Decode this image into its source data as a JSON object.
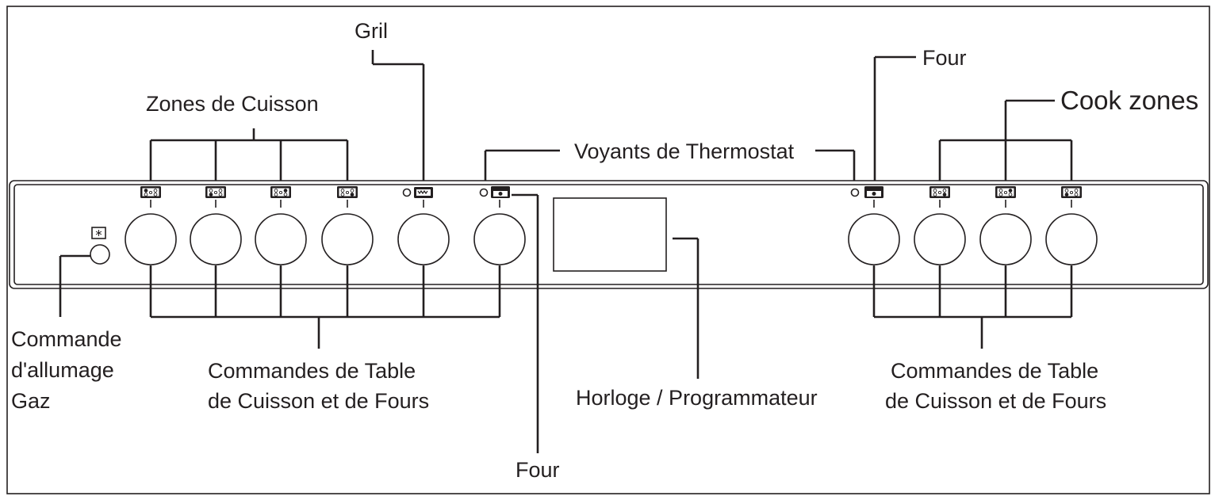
{
  "labels": {
    "zones_de_cuisson": "Zones de Cuisson",
    "gril": "Gril",
    "voyants_de_thermostat": "Voyants de Thermostat",
    "four_top": "Four",
    "cook_zones": "Cook zones",
    "commande_allumage": [
      "Commande",
      "d'allumage",
      "Gaz"
    ],
    "commandes_left": [
      "Commandes de Table",
      "de Cuisson et de Fours"
    ],
    "horloge": "Horloge / Programmateur",
    "commandes_right": [
      "Commandes de Table",
      "de Cuisson et de Fours"
    ],
    "four_bottom": "Four"
  },
  "icons": {
    "zone_symbol": "cook-zone-icon",
    "grill_symbol": "grill-icon",
    "oven_symbol": "oven-icon",
    "ignition_symbol": "ignition-spark-icon",
    "indicator_light": "indicator-light-icon"
  },
  "colors": {
    "line": "#231f20",
    "background": "#ffffff"
  }
}
